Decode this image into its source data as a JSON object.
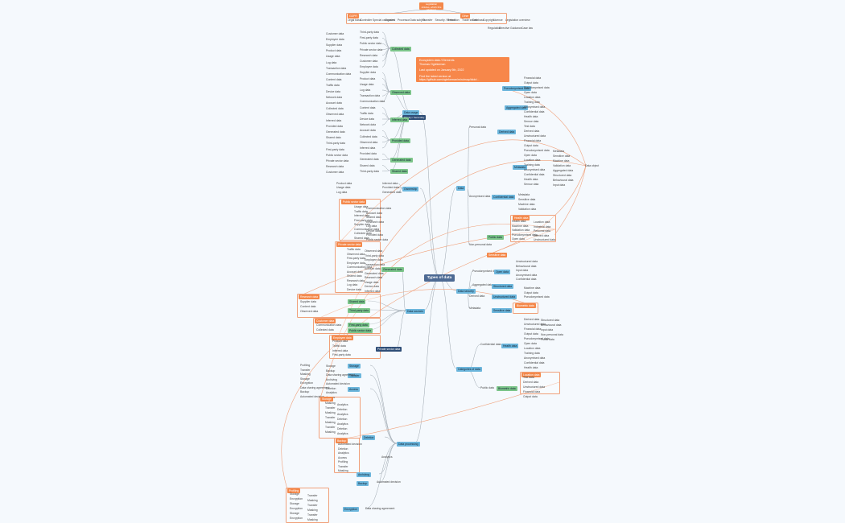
{
  "root": {
    "title": "Types of data"
  },
  "header": {
    "line1": "Legislation",
    "line2": "Articles, which this relates to"
  },
  "info_box": {
    "line1": "Ecosystem data / Elements",
    "line2": "Thomas Ogiekeman",
    "line3": "Last updated on January 5th, 2022",
    "line4": "Find the latest version at",
    "line5": "https://github.com/ogiekeman/mindmap/blob/..."
  },
  "top_row": {
    "group_left": "GDPR",
    "group_right": "Other",
    "items_left": [
      "Legal basis",
      "Controller",
      "Special categories",
      "Consent",
      "Processor",
      "Data subject",
      "Transfer",
      "Security / breach",
      "Retention"
    ],
    "items_right": [
      "Trade secret",
      "Database",
      "Copyright",
      "Licence"
    ],
    "note": "Legislation overview",
    "items_right2": [
      "Regulation",
      "Directive",
      "Guidance",
      "Case law"
    ]
  },
  "branches": {
    "top_center": {
      "label": "Data usage",
      "sub": "Primary / Secondary"
    },
    "mid_center": {
      "label": "Ownership"
    },
    "left_center": {
      "label": "Data sources"
    },
    "bottom_center": {
      "label": "Data processing"
    },
    "right_top": {
      "label": "Data"
    },
    "right_mid": {
      "label": "Data security"
    },
    "right_bottom": {
      "label": "Categories of data"
    },
    "far_right": {
      "label": "Data object"
    }
  },
  "right_nodes": {
    "a1": "Personal data",
    "a2": "Anonymised data",
    "a3": "Non-personal data",
    "a4": "Pseudonymised data",
    "a5": "Aggregated data",
    "a6": "Derived data",
    "a7": "Metadata",
    "a8": "Confidential data",
    "a9": "Public data",
    "a10": "Open data",
    "a11": "Structured data",
    "a12": "Unstructured data",
    "a13": "Sensitive data",
    "a14": "Health data",
    "a15": "Biometric data",
    "a16": "Location data",
    "a17": "Behavioural data",
    "a18": "Financial data",
    "a19": "Machine data",
    "a20": "Sensor data",
    "a21": "Industrial data",
    "a22": "Training data",
    "a23": "Input data",
    "a24": "Output data",
    "a25": "Validation data",
    "a26": "Test data"
  },
  "left_nodes": {
    "l1": "Collected data",
    "l2": "Observed data",
    "l3": "Inferred data",
    "l4": "Provided data",
    "l5": "Generated data",
    "l6": "Shared data",
    "l7": "Third-party data",
    "l8": "First-party data",
    "l9": "Public sector data",
    "l10": "Private sector data",
    "l11": "Research data",
    "l12": "Customer data",
    "l13": "Employee data",
    "l14": "Supplier data",
    "l15": "Product data",
    "l16": "Usage data",
    "l17": "Log data",
    "l18": "Transaction data",
    "l19": "Communication data",
    "l20": "Content data",
    "l21": "Traffic data",
    "l22": "Device data",
    "l23": "Network data",
    "l24": "Account data"
  },
  "bottom_nodes": {
    "b1": "Storage",
    "b2": "Transfer",
    "b3": "Access",
    "b4": "Deletion",
    "b5": "Archiving",
    "b6": "Backup",
    "b7": "Encryption",
    "b8": "Masking",
    "b9": "Profiling",
    "b10": "Analytics",
    "b11": "Automated decision",
    "b12": "Data sharing agreement"
  },
  "colors": {
    "blue": "#6cb6dc",
    "green": "#7cc58a",
    "orange": "#f4884a",
    "navy": "#2f4e77",
    "root": "#4d6a93",
    "link": "#f0a07a",
    "line": "#9aa4ad"
  }
}
